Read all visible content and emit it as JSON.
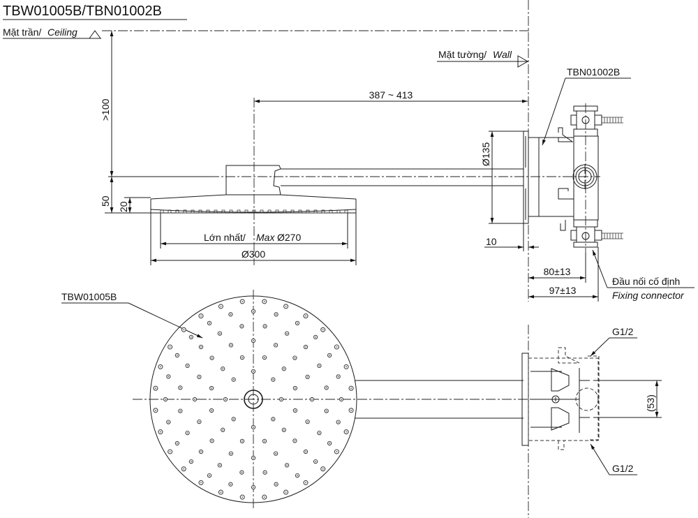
{
  "title": "TBW01005B/TBN01002B",
  "labels": {
    "ceiling_vi": "Mặt trần/",
    "ceiling_en": "Ceiling",
    "wall_vi": "Mặt tường/",
    "wall_en": "Wall",
    "part_body": "TBN01002B",
    "part_head": "TBW01005B",
    "fixing_vi": "Đầu nối cố định",
    "fixing_en": "Fixing connector",
    "thread_top": "G1/2",
    "thread_bottom": "G1/2"
  },
  "dimensions": {
    "arm_length": "387 ~ 413",
    "ceiling_clearance": ">100",
    "head_height_total": "50",
    "head_thickness": "20",
    "max_spray_vi": "Lớn nhất/",
    "max_spray_en": "Max",
    "max_spray_value": "Ø270",
    "head_diameter": "Ø300",
    "flange_diameter": "Ø135",
    "flange_thickness": "10",
    "depth_connector": "80±13",
    "depth_body": "97±13",
    "inlet_spacing": "(53)"
  }
}
